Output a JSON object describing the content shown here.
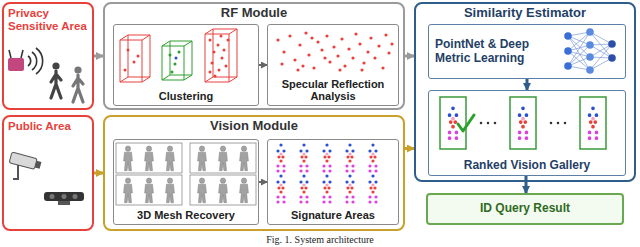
{
  "diagram": {
    "caption": "Fig. 1. System architecture",
    "nodes": [
      {
        "text": [
          "Privacy Sensitive Area"
        ]
      },
      {
        "text": [
          "RF Module"
        ]
      },
      {
        "text": [
          "Clustering"
        ],
        "in": 1
      },
      {
        "text": [
          "Specular Reflection Analysis"
        ],
        "in": 1
      },
      {
        "text": [
          "Similarity Estimator"
        ]
      },
      {
        "text": [
          "PointNet & Deep Metric Learning"
        ],
        "in": 4
      },
      {
        "text": [
          "Ranked Vision Gallery"
        ],
        "in": 4
      },
      {
        "text": [
          "Public Area"
        ]
      },
      {
        "text": [
          "Vision Module"
        ]
      },
      {
        "text": [
          "3D Mesh Recovery"
        ],
        "in": 8
      },
      {
        "text": [
          "Signature Areas"
        ],
        "in": 8
      },
      {
        "text": [
          "ID Query Result"
        ]
      }
    ],
    "edges": [
      {
        "from": 0,
        "to": 1,
        "arrow": "to"
      },
      {
        "from": 2,
        "to": 3,
        "arrow": "to"
      },
      {
        "from": 1,
        "to": 4,
        "arrow": "to"
      },
      {
        "from": 5,
        "to": 6,
        "arrow": "to"
      },
      {
        "from": 7,
        "to": 8,
        "arrow": "to"
      },
      {
        "from": 9,
        "to": 10,
        "arrow": "to"
      },
      {
        "from": 8,
        "to": 4,
        "arrow": "to"
      },
      {
        "from": 6,
        "to": 11,
        "arrow": "to"
      }
    ]
  }
}
